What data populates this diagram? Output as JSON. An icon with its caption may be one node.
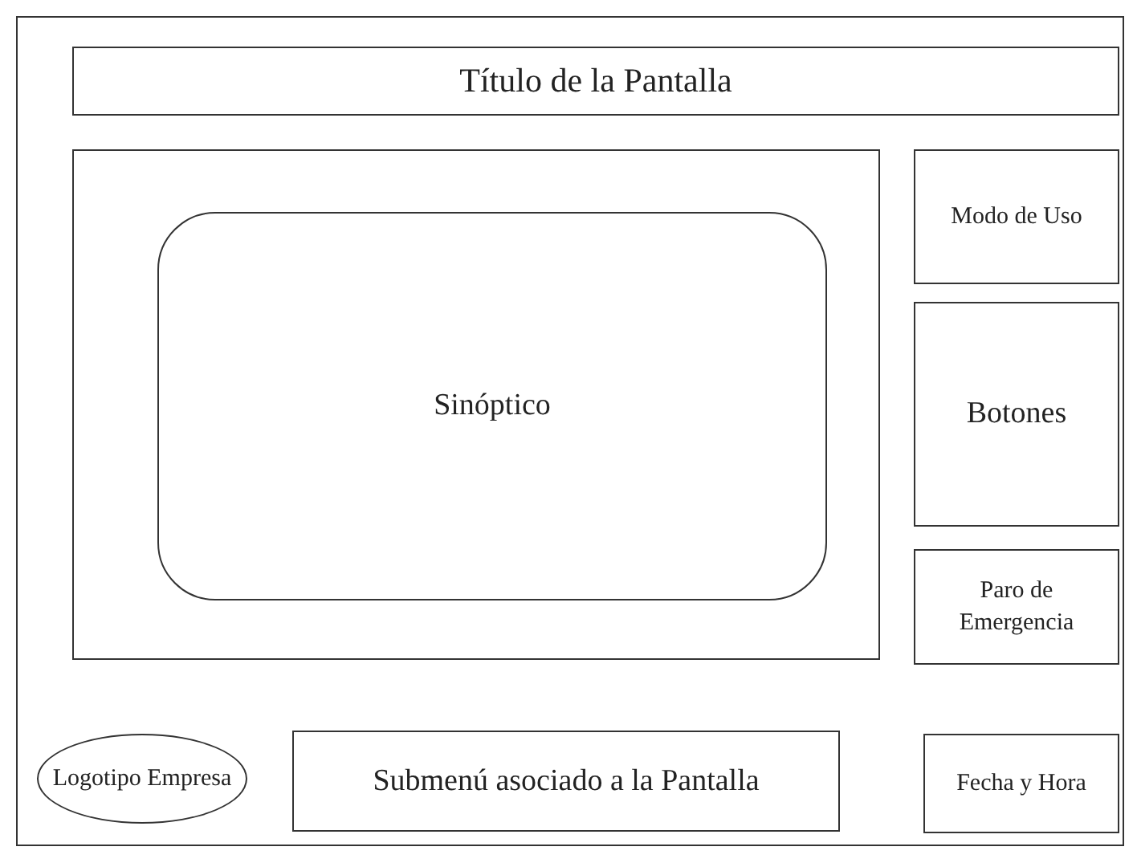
{
  "diagram": {
    "nodes": [
      {
        "text": [],
        "shape": "box"
      },
      {
        "text": [
          "Título de la Pantalla"
        ],
        "in": 0
      },
      {
        "text": [],
        "shape": "box",
        "in": 0
      },
      {
        "text": [
          "Sinóptico"
        ],
        "in": 2
      },
      {
        "text": [
          "Modo de Uso"
        ],
        "in": 0
      },
      {
        "text": [
          "Botones"
        ],
        "in": 0
      },
      {
        "text": [
          "Paro de Emergencia"
        ],
        "in": 0
      },
      {
        "text": [
          "Logotipo Empresa"
        ],
        "in": 0
      },
      {
        "text": [
          "Submenú asociado a la Pantalla"
        ],
        "in": 0
      },
      {
        "text": [
          "Fecha y Hora"
        ],
        "in": 0
      }
    ]
  }
}
